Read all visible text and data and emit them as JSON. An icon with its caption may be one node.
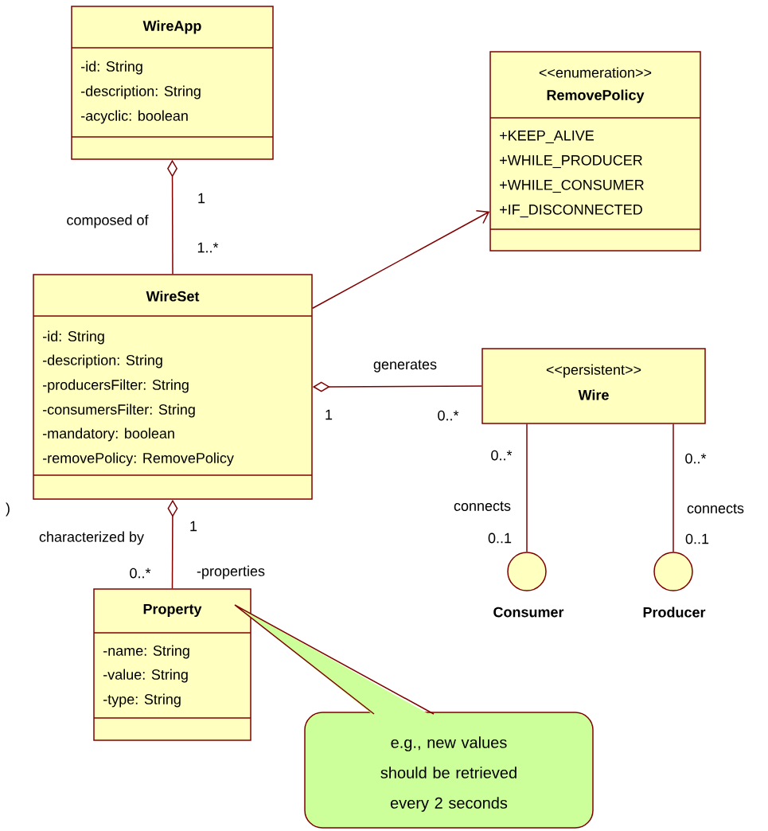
{
  "diagram": {
    "nodes": [
      {
        "text": [
          "WireApp",
          "-id: String",
          "-description: String",
          "-acyclic: boolean"
        ]
      },
      {
        "text": [
          "<<enumeration>>",
          "RemovePolicy",
          "+KEEP_ALIVE",
          "+WHILE_PRODUCER",
          "+WHILE_CONSUMER",
          "+IF_DISCONNECTED"
        ]
      },
      {
        "text": [
          "WireSet",
          "-id: String",
          "-description: String",
          "-producersFilter: String",
          "-consumersFilter: String",
          "-mandatory: boolean",
          "-removePolicy: RemovePolicy"
        ]
      },
      {
        "text": [
          "<<persistent>>",
          "Wire"
        ]
      },
      {
        "text": [
          "Property",
          "-name: String",
          "-value: String",
          "-type: String"
        ]
      },
      {
        "text": [],
        "shape": "circle",
        "beside": [
          "Consumer"
        ]
      },
      {
        "text": [],
        "shape": "circle",
        "beside": [
          "Producer"
        ]
      },
      {
        "text": [
          "e.g., new values should be retrieved every 2 seconds"
        ]
      }
    ],
    "edges": [
      {
        "from": 0,
        "to": 2,
        "arrow": "other",
        "label": "composed of"
      },
      {
        "from": 2,
        "to": 1,
        "arrow": "to"
      },
      {
        "from": 2,
        "to": 3,
        "arrow": "other",
        "label": "generates"
      },
      {
        "from": 3,
        "to": 5,
        "arrow": "none",
        "label": "connects"
      },
      {
        "from": 3,
        "to": 6,
        "arrow": "none",
        "label": "connects"
      },
      {
        "from": 2,
        "to": 4,
        "arrow": "other",
        "label": "characterized by"
      }
    ],
    "labels": [
      "1",
      "1..*",
      "1",
      "0..*",
      "0..*",
      "0..*",
      ")",
      "0..1",
      "0..1",
      "1",
      "0..*",
      "-properties"
    ]
  }
}
